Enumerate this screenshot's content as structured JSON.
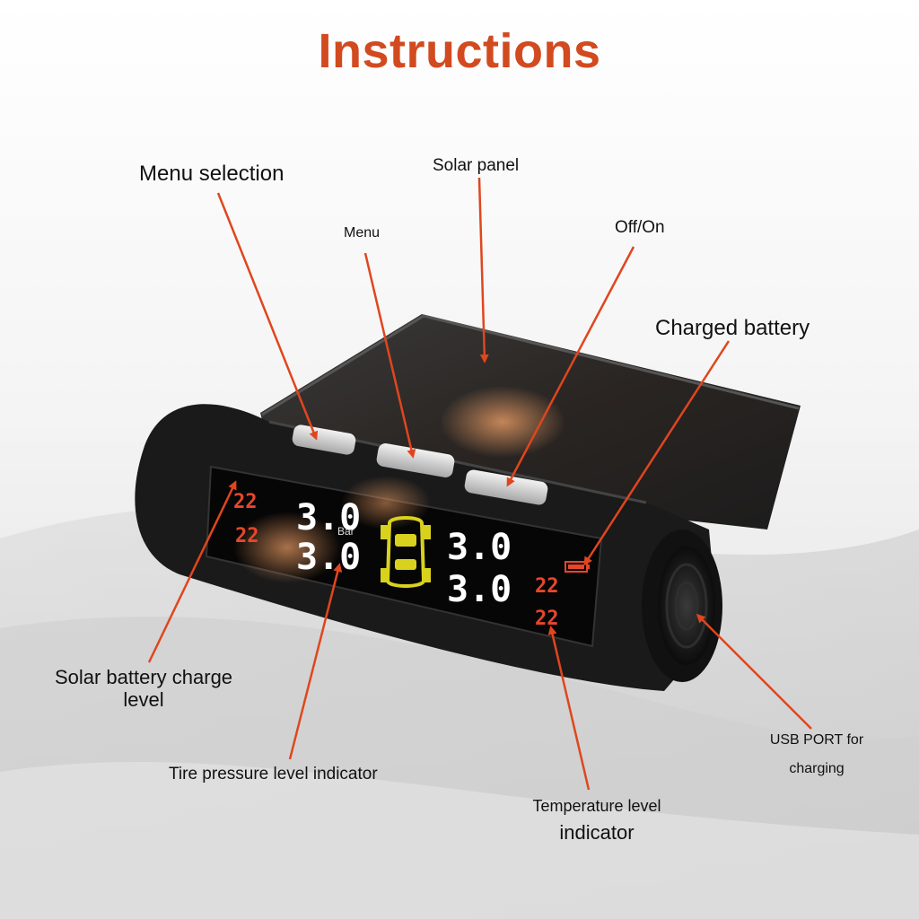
{
  "title": "Instructions",
  "colors": {
    "title": "#d24a1f",
    "arrow": "#e0461e",
    "device_body": "#1a1a1a",
    "lcd_digits": "#ffffff",
    "lcd_temp": "#e8462a",
    "car": "#d8d21e"
  },
  "labels": {
    "menu_selection": "Menu selection",
    "solar_panel": "Solar panel",
    "menu": "Menu",
    "off_on": "Off/On",
    "charged_battery": "Charged battery",
    "solar_battery_line1": "Solar battery charge",
    "solar_battery_line2": "level",
    "tire_pressure": "Tire pressure level indicator",
    "temperature_line1": "Temperature level",
    "temperature_line2": "indicator",
    "usb_line1": "USB PORT for",
    "usb_line2": "charging"
  },
  "display": {
    "pressure_values": [
      "3.0",
      "3.0",
      "3.0",
      "3.0"
    ],
    "temp_values": [
      "22",
      "22",
      "22",
      "22"
    ],
    "unit": "Bar"
  }
}
